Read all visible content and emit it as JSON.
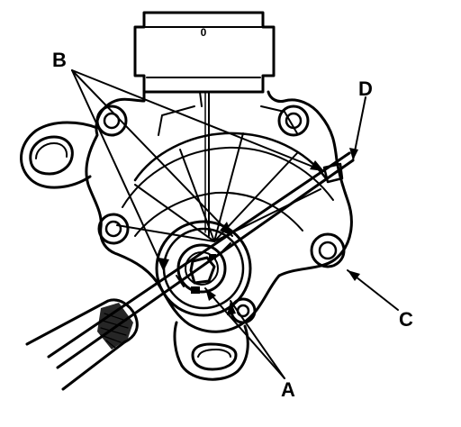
{
  "callouts": {
    "a": "A",
    "b": "B",
    "c": "C",
    "d": "D"
  },
  "connector": {
    "pin_label": "0"
  },
  "colors": {
    "ink": "#000000",
    "paper": "#ffffff"
  }
}
